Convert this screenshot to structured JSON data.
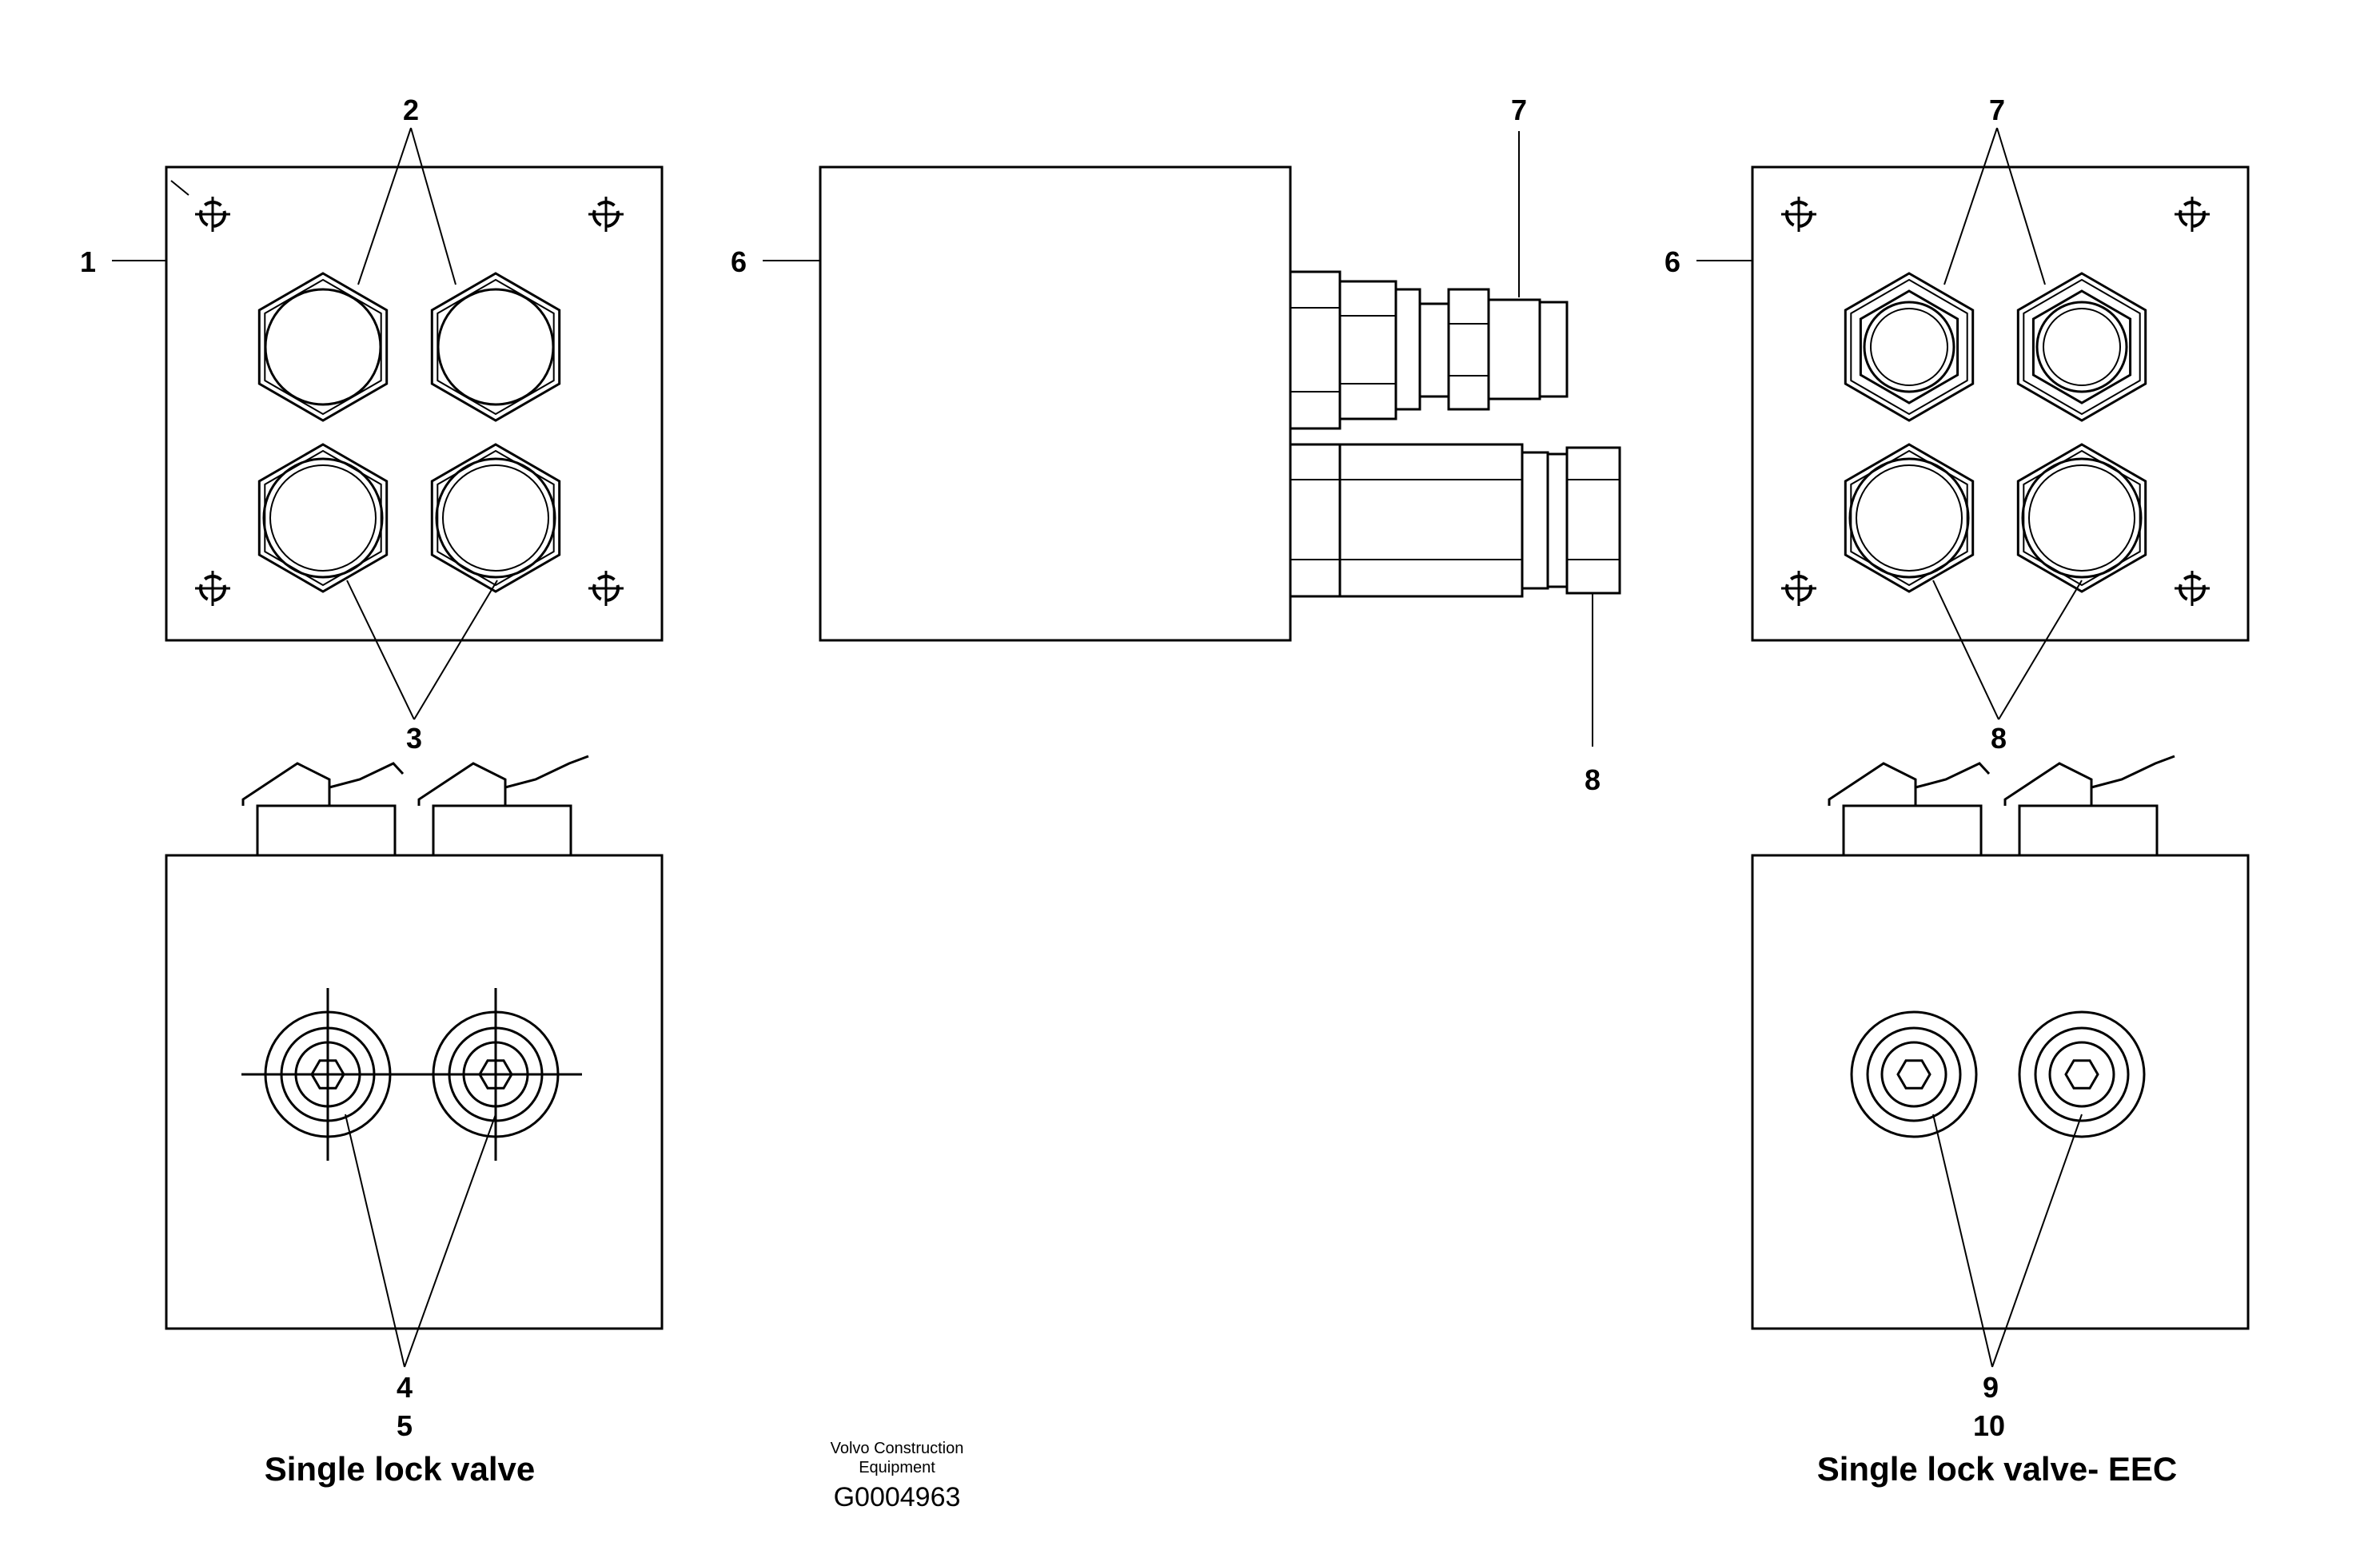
{
  "callouts": {
    "c1": "1",
    "c2": "2",
    "c3": "3",
    "c4": "4",
    "c5": "5",
    "c6_left": "6",
    "c7_left": "7",
    "c8_left": "8",
    "c6_right": "6",
    "c7_right": "7",
    "c8_right": "8",
    "c9": "9",
    "c10": "10"
  },
  "captions": {
    "left": "Single lock valve",
    "right": "Single lock valve- EEC"
  },
  "credit": {
    "line1": "Volvo Construction",
    "line2": "Equipment",
    "code": "G0004963"
  }
}
